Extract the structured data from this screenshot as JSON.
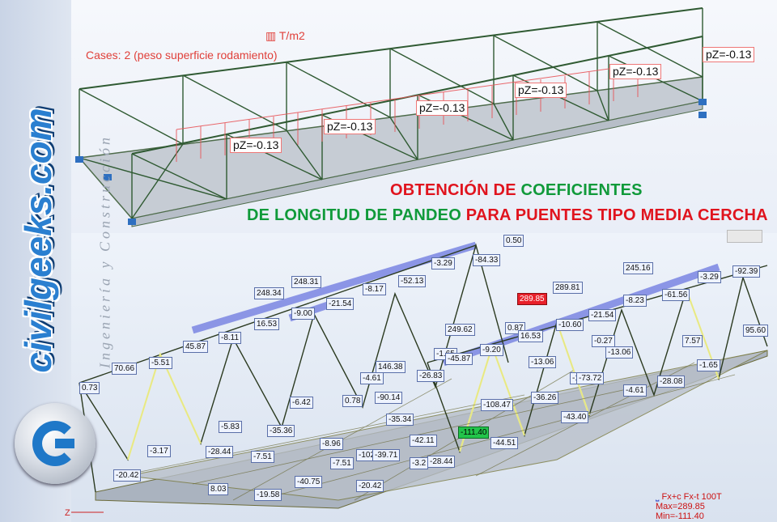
{
  "top_view": {
    "units": "T/m2",
    "cases": "Cases: 2 (peso superficie rodamiento)",
    "pz_labels": [
      "pZ=-0.13",
      "pZ=-0.13",
      "pZ=-0.13",
      "pZ=-0.13",
      "pZ=-0.13",
      "pZ=-0.13"
    ]
  },
  "title": {
    "line1": [
      "OBTENCIÓN DE ",
      "COEFICIENTES"
    ],
    "line2": [
      "DE LONGITUD DE PANDEO ",
      "PARA PUENTES TIPO MEDIA CERCHA"
    ]
  },
  "brand": {
    "name": "civilgeeks.com",
    "tagline": "Ingeniería y Construcción"
  },
  "force_values": [
    "0.50",
    "-3.29",
    "-84.33",
    "245.16",
    "-3.29",
    "-92.39",
    "248.31",
    "-8.17",
    "-52.13",
    "289.81",
    "248.34",
    "-9.00",
    "-21.54",
    "289.85",
    "-21.54",
    "-8.23",
    "-61.56",
    "45.87",
    "-8.11",
    "16.53",
    "249.62",
    "0.87",
    "16.53",
    "-10.60",
    "-0.27",
    "7.57",
    "95.60",
    "70.66",
    "-5.51",
    "-1.65",
    "-9.20",
    "-13.06",
    "-13.06",
    "-1.65",
    "0.73",
    "146.38",
    "-4.61",
    "-26.83",
    "-45.87",
    "-13.06",
    "-73.72",
    "-28.08",
    "-6.42",
    "0.78",
    "-90.14",
    "-108.47",
    "-36.26",
    "-4.61",
    "-35.34",
    "-43.40",
    "-5.83",
    "-35.36",
    "-8.96",
    "-42.11",
    "-111.40",
    "-44.51",
    "-3.17",
    "-28.44",
    "-7.51",
    "-102",
    "-39.71",
    "-3.2",
    "-28.44",
    "-20.42",
    "-7.51",
    "-40.75",
    "-20.42",
    "8.03",
    "-19.58"
  ],
  "highlight": {
    "max_value": "289.85",
    "min_value": "-111.40",
    "max_color": "#e8202a",
    "min_color": "#22c44a"
  },
  "legend": {
    "label": "Fx+c Fx-t  100T",
    "max": "Max=289.85",
    "min": "Min=-111.40"
  },
  "axis_label": "Z"
}
